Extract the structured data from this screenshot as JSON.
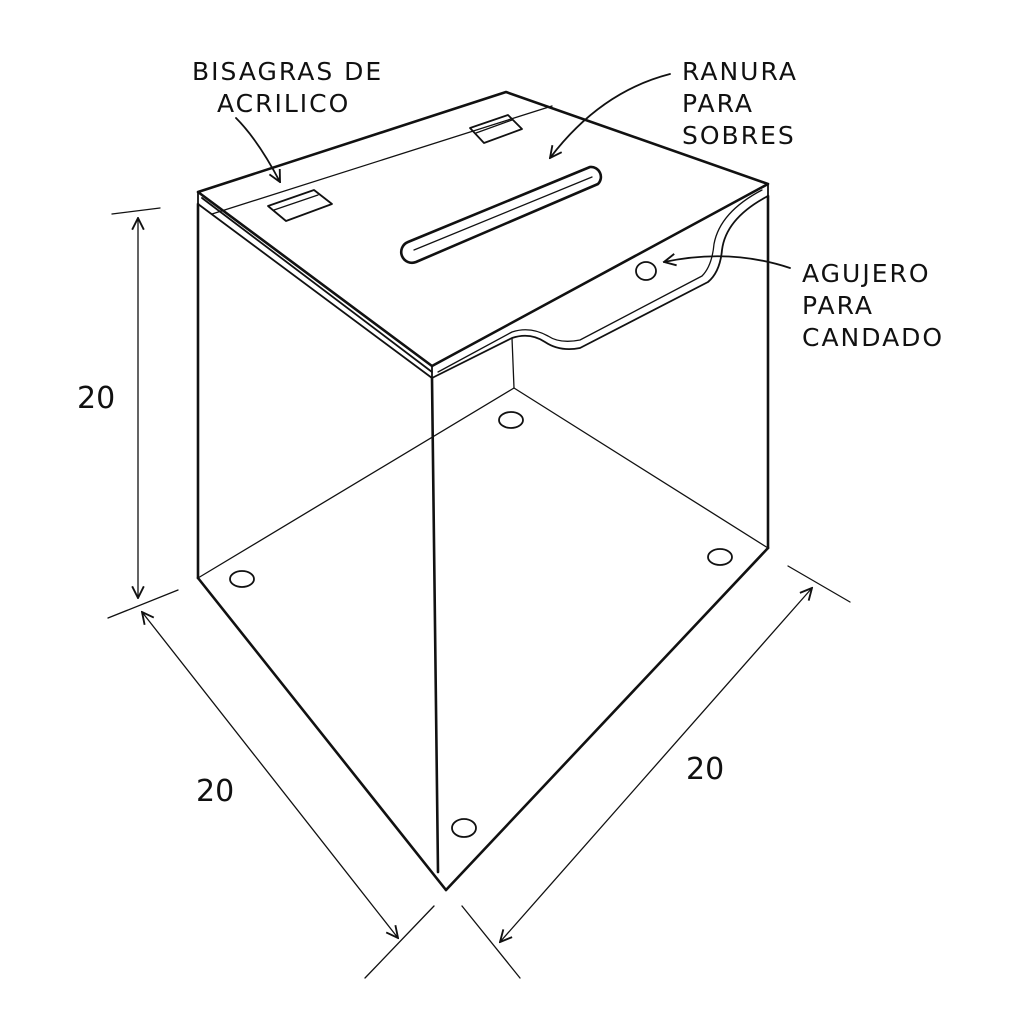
{
  "labels": {
    "hinges": {
      "lines": [
        "BISAGRAS DE",
        "ACRILICO"
      ]
    },
    "slot": {
      "lines": [
        "RANURA",
        "PARA",
        "SOBRES"
      ]
    },
    "padlock": {
      "lines": [
        "AGUJERO",
        "PARA",
        "CANDADO"
      ]
    }
  },
  "dimensions": {
    "height": "20",
    "width_left": "20",
    "width_right": "20"
  }
}
